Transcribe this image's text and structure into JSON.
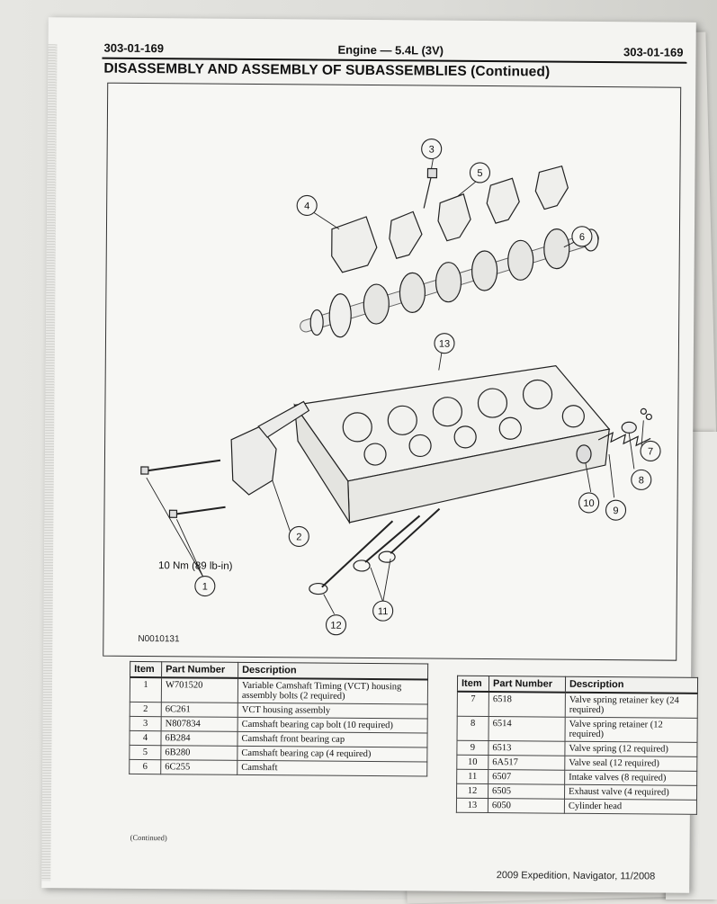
{
  "header": {
    "page_left": "303-01-169",
    "center": "Engine — 5.4L (3V)",
    "page_right": "303-01-169"
  },
  "section_title": "DISASSEMBLY AND ASSEMBLY OF SUBASSEMBLIES (Continued)",
  "figure": {
    "id": "N0010131",
    "torque": "10 Nm (89 lb-in)",
    "callouts": [
      "1",
      "2",
      "3",
      "4",
      "5",
      "6",
      "7",
      "8",
      "9",
      "10",
      "11",
      "12",
      "13"
    ]
  },
  "table_left": {
    "headers": [
      "Item",
      "Part Number",
      "Description"
    ],
    "rows": [
      [
        "1",
        "W701520",
        "Variable Camshaft Timing (VCT) housing assembly bolts (2 required)"
      ],
      [
        "2",
        "6C261",
        "VCT housing assembly"
      ],
      [
        "3",
        "N807834",
        "Camshaft bearing cap bolt (10 required)"
      ],
      [
        "4",
        "6B284",
        "Camshaft front bearing cap"
      ],
      [
        "5",
        "6B280",
        "Camshaft bearing cap (4 required)"
      ],
      [
        "6",
        "6C255",
        "Camshaft"
      ]
    ],
    "note": "(Continued)"
  },
  "table_right": {
    "headers": [
      "Item",
      "Part Number",
      "Description"
    ],
    "rows": [
      [
        "7",
        "6518",
        "Valve spring retainer key (24 required)"
      ],
      [
        "8",
        "6514",
        "Valve spring retainer (12 required)"
      ],
      [
        "9",
        "6513",
        "Valve spring (12 required)"
      ],
      [
        "10",
        "6A517",
        "Valve seal (12 required)"
      ],
      [
        "11",
        "6507",
        "Intake valves (8 required)"
      ],
      [
        "12",
        "6505",
        "Exhaust valve (4 required)"
      ],
      [
        "13",
        "6050",
        "Cylinder head"
      ]
    ]
  },
  "footer": {
    "right": "2009 Expedition, Navigator, 11/2008"
  }
}
